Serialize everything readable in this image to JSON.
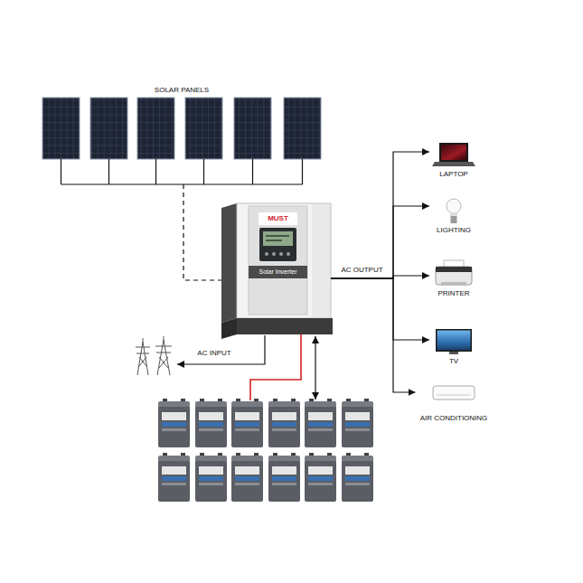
{
  "diagram": {
    "nodes": [
      {
        "text": [
          "SOLAR PANELS"
        ]
      },
      {
        "text": [
          "MUST",
          "Solar Inverter"
        ]
      },
      {
        "text": [
          "LAPTOP"
        ]
      },
      {
        "text": [
          "LIGHTING"
        ]
      },
      {
        "text": [
          "PRINTER"
        ]
      },
      {
        "text": [
          "TV"
        ]
      },
      {
        "text": [
          "AIR CONDITIONING"
        ]
      }
    ],
    "edges": [
      {
        "from": 0,
        "to": 1,
        "arrow": "none"
      },
      {
        "from": 1,
        "to": 2,
        "arrow": "to"
      },
      {
        "from": 1,
        "to": 3,
        "arrow": "to"
      },
      {
        "from": 1,
        "to": 4,
        "arrow": "to",
        "label": "AC OUTPUT"
      },
      {
        "from": 1,
        "to": 5,
        "arrow": "to"
      },
      {
        "from": 1,
        "to": 6,
        "arrow": "to"
      }
    ],
    "labels": [
      "AC INPUT"
    ]
  }
}
